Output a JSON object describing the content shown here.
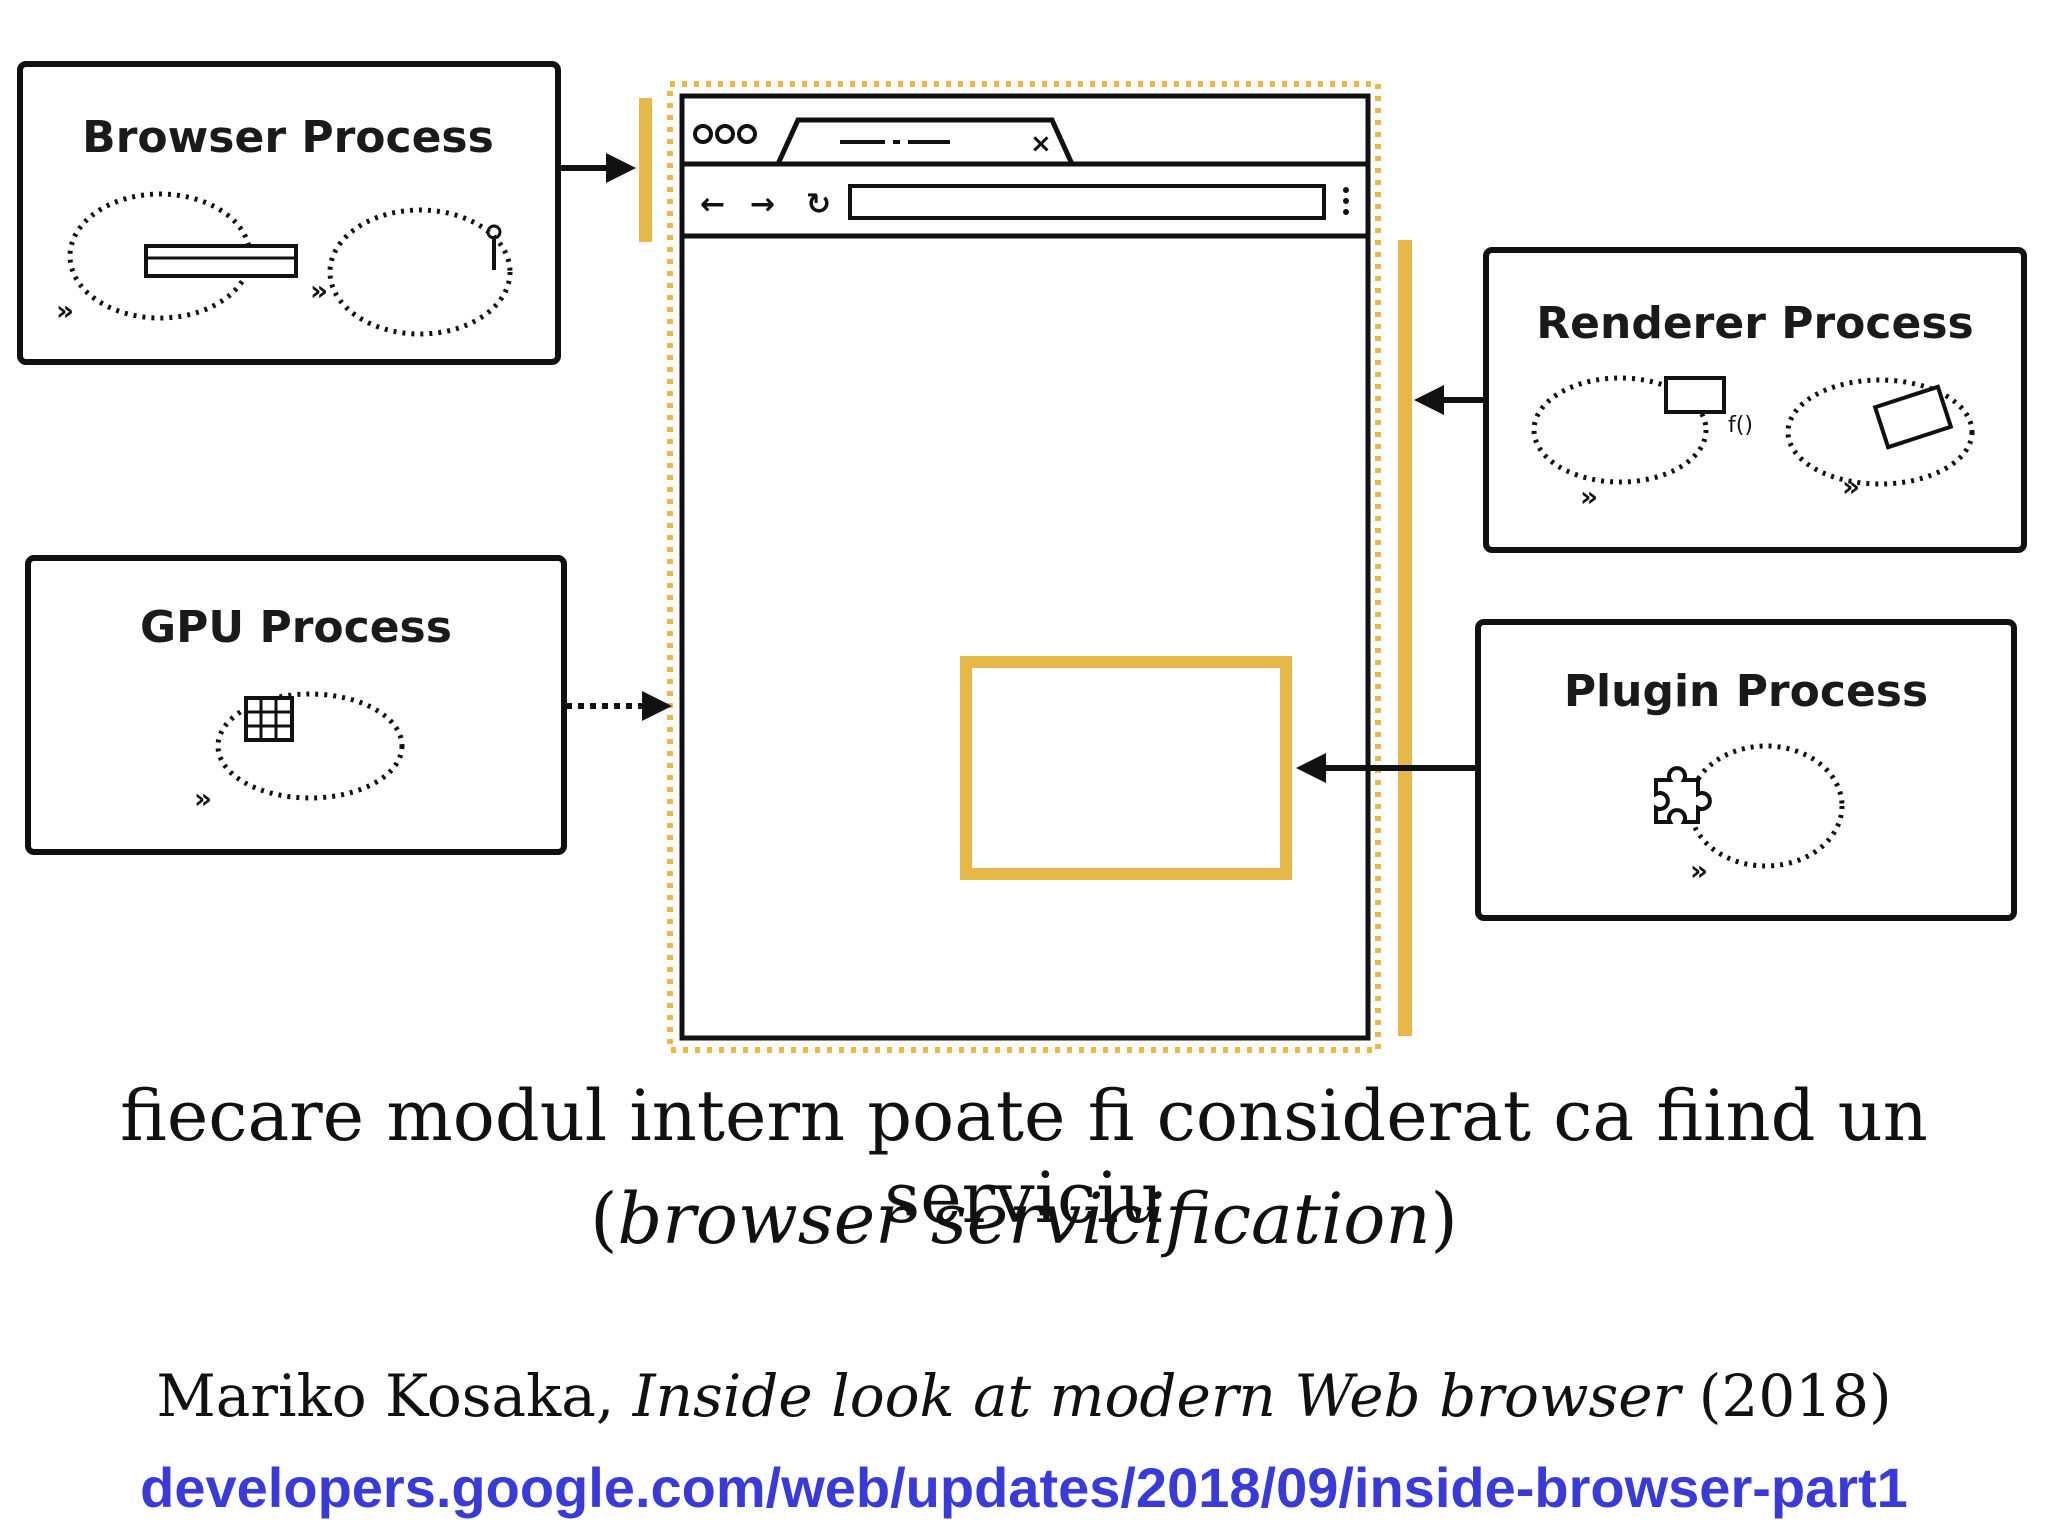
{
  "diagram": {
    "boxes": {
      "browser_process": "Browser Process",
      "renderer_process": "Renderer Process",
      "gpu_process": "GPU Process",
      "plugin_process": "Plugin Process"
    },
    "colors": {
      "accent": "#e8b84a",
      "line": "#111111",
      "link": "#3a3ad6"
    }
  },
  "caption": {
    "line1": "fiecare modul intern poate fi considerat ca fiind un serviciu",
    "line2_open": "(",
    "line2_italic": "browser servicification",
    "line2_close": ")"
  },
  "credit": {
    "author": "Mariko Kosaka, ",
    "title": "Inside look at modern Web browser",
    "year": " (2018)",
    "url": "developers.google.com/web/updates/2018/09/inside-browser-part1"
  }
}
